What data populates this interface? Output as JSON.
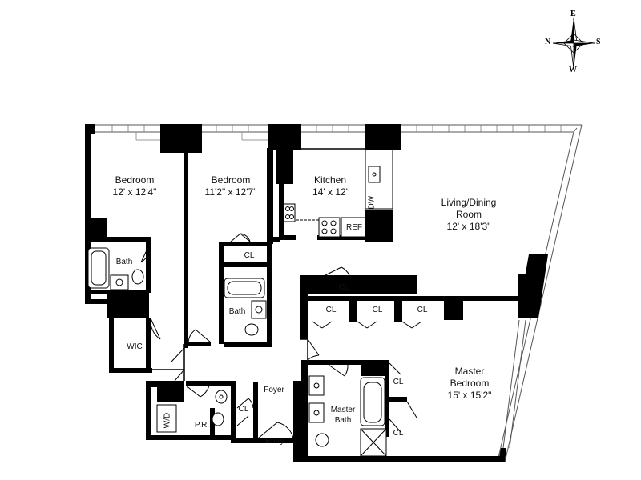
{
  "compass": {
    "north": "N",
    "south": "S",
    "east": "E",
    "west": "W"
  },
  "rooms": {
    "bedroom_left": {
      "name": "Bedroom",
      "dims": "12' x 12'4\""
    },
    "bedroom_center": {
      "name": "Bedroom",
      "dims": "11'2\" x 12'7\""
    },
    "kitchen": {
      "name": "Kitchen",
      "dims": "14' x 12'"
    },
    "living_dining": {
      "name": "Living/Dining",
      "name2": "Room",
      "dims": "12' x 18'3\""
    },
    "master_bedroom": {
      "name": "Master",
      "name2": "Bedroom",
      "dims": "15' x 15'2\""
    },
    "bath_left": {
      "name": "Bath"
    },
    "bath_center": {
      "name": "Bath"
    },
    "master_bath": {
      "name": "Master",
      "name2": "Bath"
    },
    "wic": {
      "name": "WIC"
    },
    "wd": {
      "name": "W/D"
    },
    "pr": {
      "name": "P.R."
    },
    "foyer": {
      "name": "Foyer"
    },
    "entry": {
      "name": "Entry"
    },
    "dw": {
      "name": "DW"
    },
    "ref": {
      "name": "REF"
    }
  },
  "closets": [
    "CL",
    "CL",
    "CL",
    "CL",
    "CL",
    "CL",
    "CL",
    "CL"
  ]
}
